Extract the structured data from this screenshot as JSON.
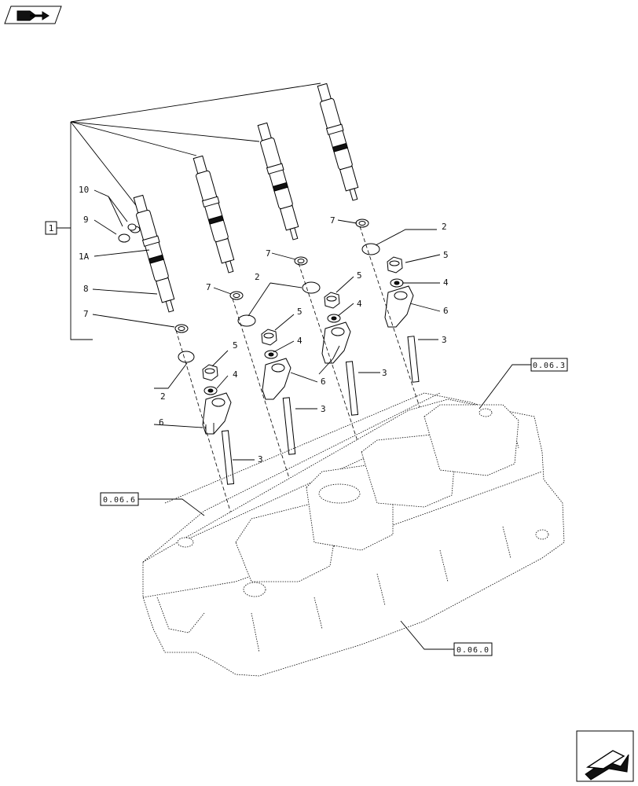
{
  "callouts": {
    "c10": "10",
    "c9": "9",
    "c1a": "1A",
    "c8": "8",
    "c7a": "7",
    "c7b": "7",
    "c7c": "7",
    "c7d": "7",
    "c2a": "2",
    "c2b": "2",
    "c2c": "2",
    "c5a": "5",
    "c5b": "5",
    "c5c": "5",
    "c5d": "5",
    "c4a": "4",
    "c4b": "4",
    "c4c": "4",
    "c4d": "4",
    "c6a": "6",
    "c6b": "6",
    "c6c": "6",
    "c3a": "3",
    "c3b": "3",
    "c3c": "3",
    "c3d": "3",
    "group": "1"
  },
  "references": {
    "cylinder_head_top": "0.06.3",
    "cylinder_head_left": "0.06.6",
    "cylinder_head_bottom": "0.06.0"
  },
  "icons": {
    "top_left": "book-arrow-icon",
    "bottom_right": "next-page-arrow-icon"
  }
}
